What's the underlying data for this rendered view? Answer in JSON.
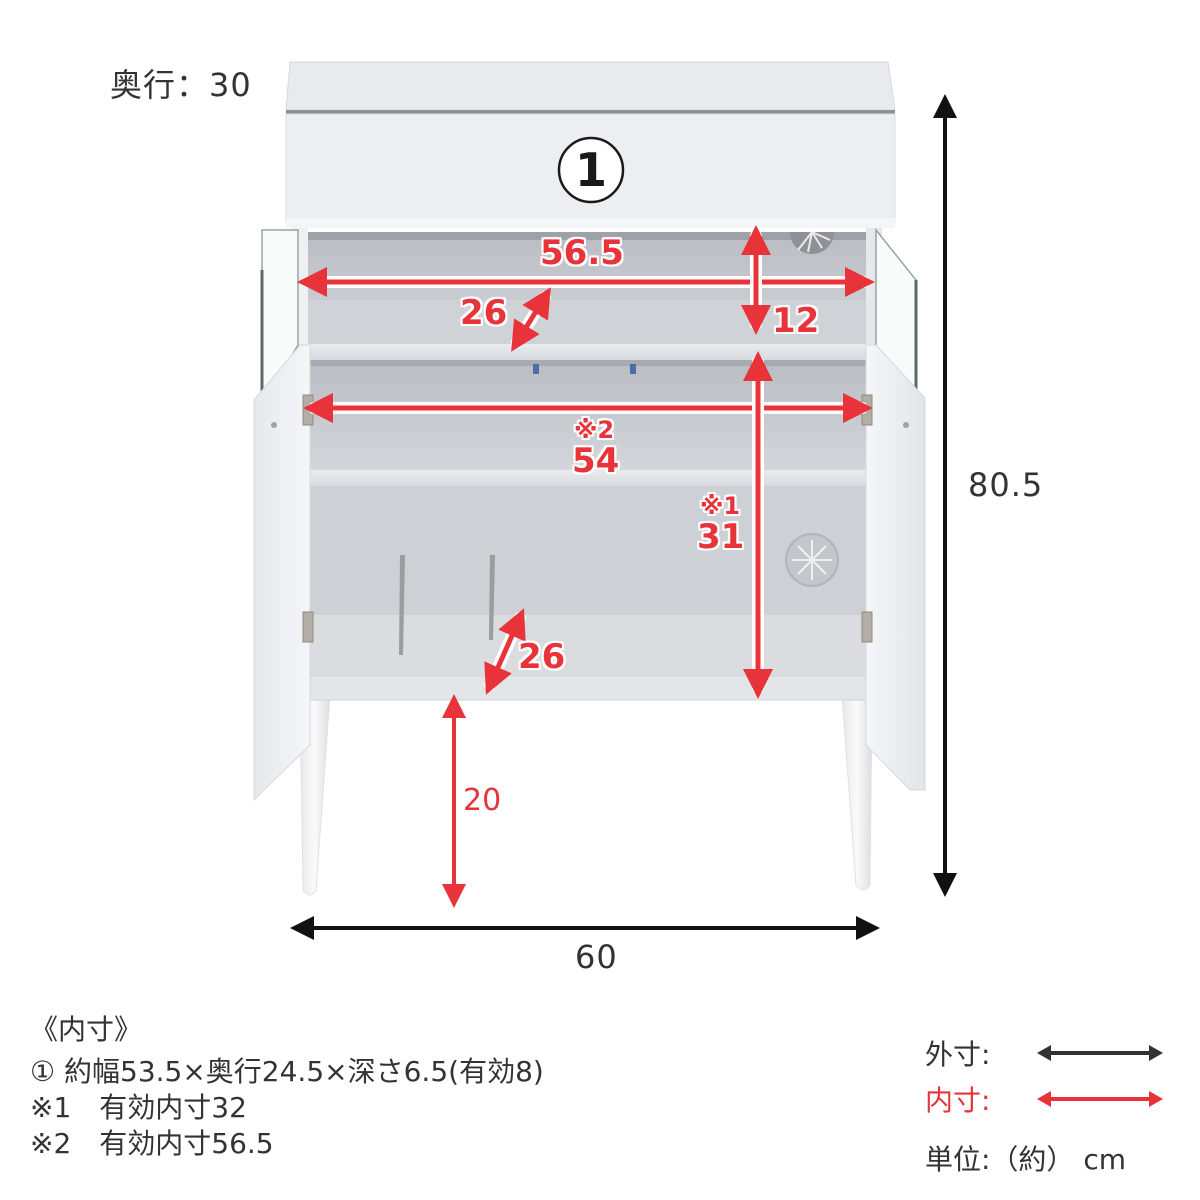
{
  "depth_label": "奥行：30",
  "drawer_marker": "①",
  "outer_dimensions": {
    "height": "80.5",
    "width": "60",
    "depth": "30"
  },
  "inner_dimensions": {
    "top_width": "56.5",
    "top_depth": "26",
    "top_height": "12",
    "mid_width_note": "※2",
    "mid_width": "54",
    "lower_height_note": "※1",
    "lower_height": "31",
    "lower_depth": "26",
    "leg_height": "20"
  },
  "notes": {
    "title": "《内寸》",
    "items": [
      "① 約幅53.5×奥行24.5×深さ6.5(有効8)",
      "※1　有効内寸32",
      "※2　有効内寸56.5"
    ]
  },
  "legend": {
    "outer_label": "外寸:",
    "inner_label": "内寸:",
    "unit_label": "単位:（約） cm",
    "outer_color": "#333333",
    "inner_color": "#e8333a"
  },
  "colors": {
    "cabinet_white": "#f2f3f5",
    "cabinet_shadow": "#d9dbe0",
    "interior_gray": "#c9ccd1",
    "dimension_red": "#e8333a",
    "dimension_black": "#1a1a1a"
  }
}
